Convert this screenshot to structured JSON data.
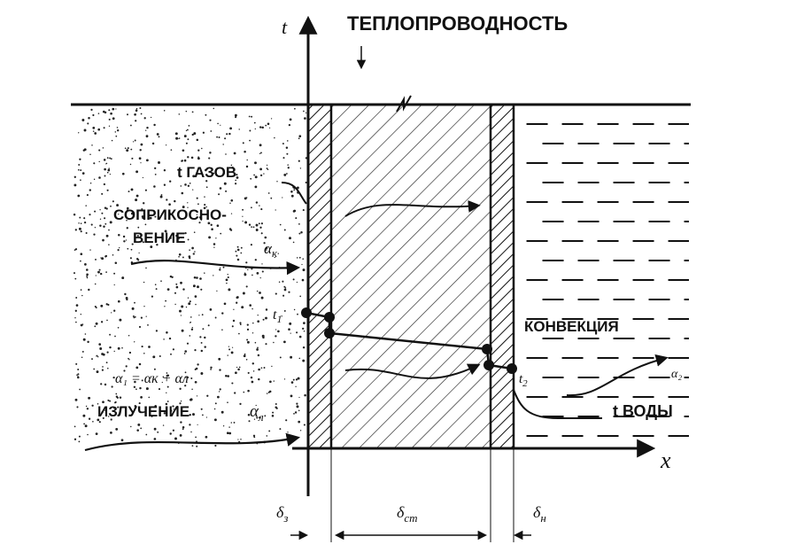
{
  "labels": {
    "axis_t": "t",
    "axis_x": "x",
    "heat_conduction": "ТЕПЛОПРОВОДНОСТЬ",
    "gas_temperature": "t ГАЗОВ",
    "contact_line1": "СОПРИКОСНО-",
    "contact_line2": "ВЕНИЕ",
    "alpha_k": "α",
    "alpha_k_sub": "к",
    "t1": "t",
    "t1_sub": "1",
    "alpha_formula": "α₁ = αк + αл",
    "radiation": "ИЗЛУЧЕНИЕ",
    "alpha_l": "α",
    "alpha_l_sub": "л",
    "convection": "КОНВЕКЦИЯ",
    "t2": "t",
    "t2_sub": "2",
    "alpha_2": "α₂",
    "water_temperature": "t ВОДЫ",
    "delta_z": "δ",
    "delta_z_sub": "з",
    "delta_st": "δ",
    "delta_st_sub": "ст",
    "delta_n": "δ",
    "delta_n_sub": "н"
  },
  "colors": {
    "ink": "#111111",
    "paper": "#ffffff"
  }
}
